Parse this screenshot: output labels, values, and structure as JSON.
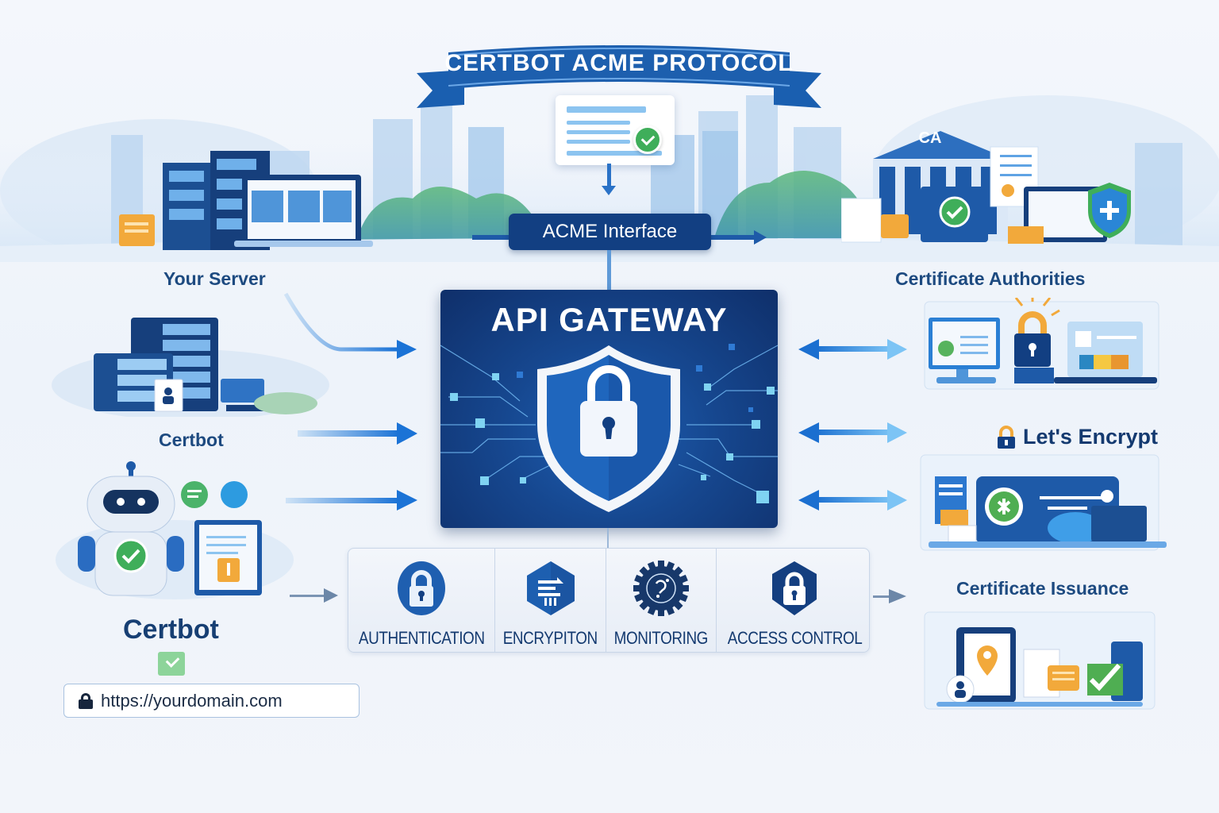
{
  "banner": {
    "title": "CERTBOT ACME PROTOCOL"
  },
  "acme": {
    "label": "ACME Interface"
  },
  "gateway": {
    "title": "API GATEWAY",
    "center_icon": "shield-lock-icon"
  },
  "features": [
    {
      "label": "AUTHENTICATION",
      "icon": "lock-icon"
    },
    {
      "label": "ENCRYPITON",
      "icon": "encryption-chip-icon"
    },
    {
      "label": "MONITORING",
      "icon": "monitoring-gear-icon"
    },
    {
      "label": "ACCESS CONTROL",
      "icon": "hexagon-lock-icon"
    }
  ],
  "left": {
    "server_label": "Your Server",
    "certbot_label": "Certbot",
    "certbot_title": "Certbot",
    "url": "https://yourdomain.com"
  },
  "right": {
    "ca_label": "Certificate Authorities",
    "letsencrypt_label": "Let's Encrypt",
    "issuance_label": "Certificate Issuance",
    "ca_building_label": "CA"
  },
  "colors": {
    "navy": "#123f82",
    "blue": "#1e6fd0",
    "light_blue": "#8cc4f0",
    "green": "#3fae5a",
    "orange": "#f2a93b"
  }
}
